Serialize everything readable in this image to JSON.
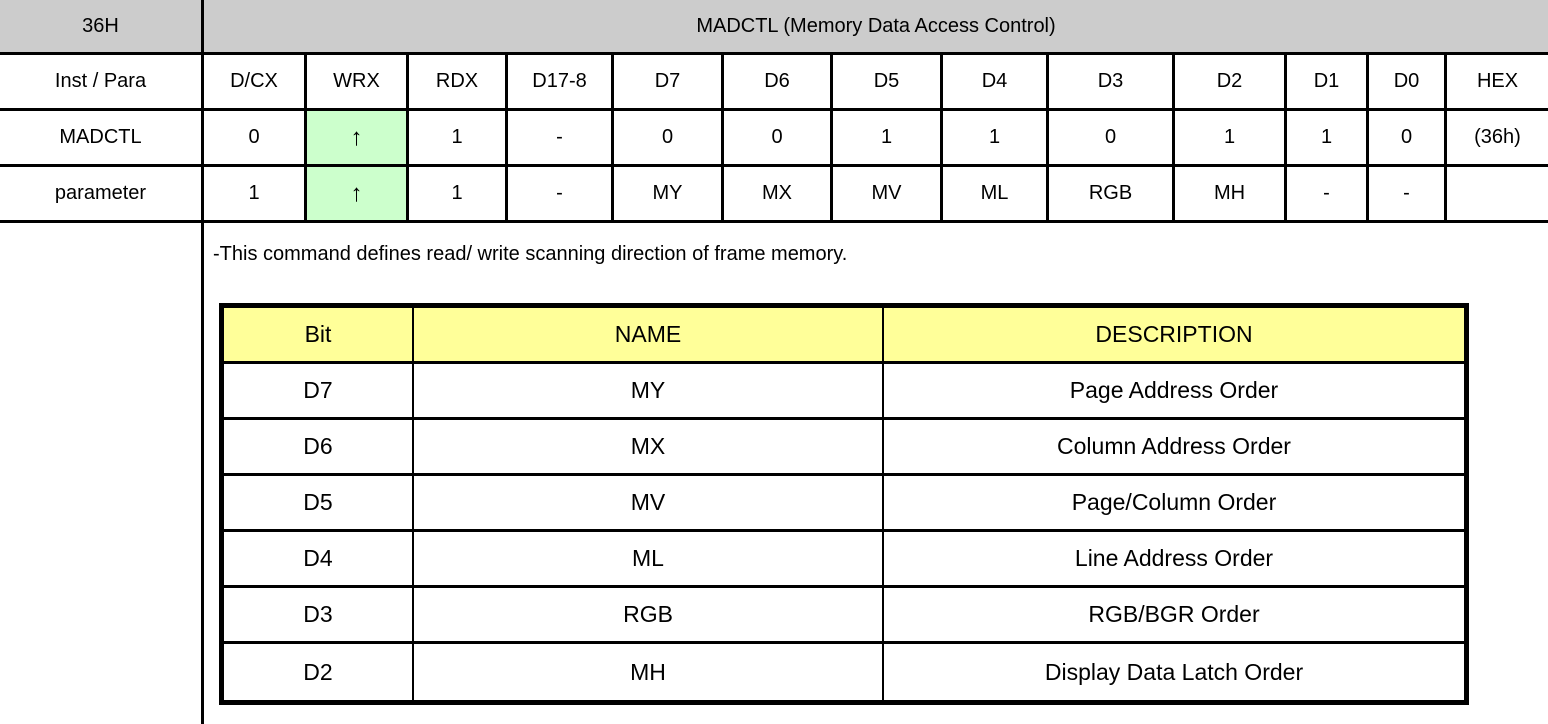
{
  "colors": {
    "header_gray": "#cccccc",
    "highlight_green": "#ccffcc",
    "header_yellow": "#ffff99",
    "border_black": "#000000"
  },
  "command_table": {
    "code": "36H",
    "title": "MADCTL (Memory Data Access Control)",
    "columns": [
      "Inst / Para",
      "D/CX",
      "WRX",
      "RDX",
      "D17-8",
      "D7",
      "D6",
      "D5",
      "D4",
      "D3",
      "D2",
      "D1",
      "D0",
      "HEX"
    ],
    "up_arrow": "↑",
    "rows": [
      {
        "label": "MADCTL",
        "cells": [
          "0",
          "↑",
          "1",
          "-",
          "0",
          "0",
          "1",
          "1",
          "0",
          "1",
          "1",
          "0",
          "(36h)"
        ]
      },
      {
        "label": "parameter",
        "cells": [
          "1",
          "↑",
          "1",
          "-",
          "MY",
          "MX",
          "MV",
          "ML",
          "RGB",
          "MH",
          "-",
          "-",
          ""
        ]
      }
    ]
  },
  "description": "-This command defines read/ write scanning direction of frame memory.",
  "bit_table": {
    "headers": [
      "Bit",
      "NAME",
      "DESCRIPTION"
    ],
    "rows": [
      {
        "bit": "D7",
        "name": "MY",
        "description": "Page Address Order"
      },
      {
        "bit": "D6",
        "name": "MX",
        "description": "Column Address Order"
      },
      {
        "bit": "D5",
        "name": "MV",
        "description": "Page/Column Order"
      },
      {
        "bit": "D4",
        "name": "ML",
        "description": "Line Address Order"
      },
      {
        "bit": "D3",
        "name": "RGB",
        "description": "RGB/BGR Order"
      },
      {
        "bit": "D2",
        "name": "MH",
        "description": "Display Data Latch Order"
      }
    ]
  }
}
